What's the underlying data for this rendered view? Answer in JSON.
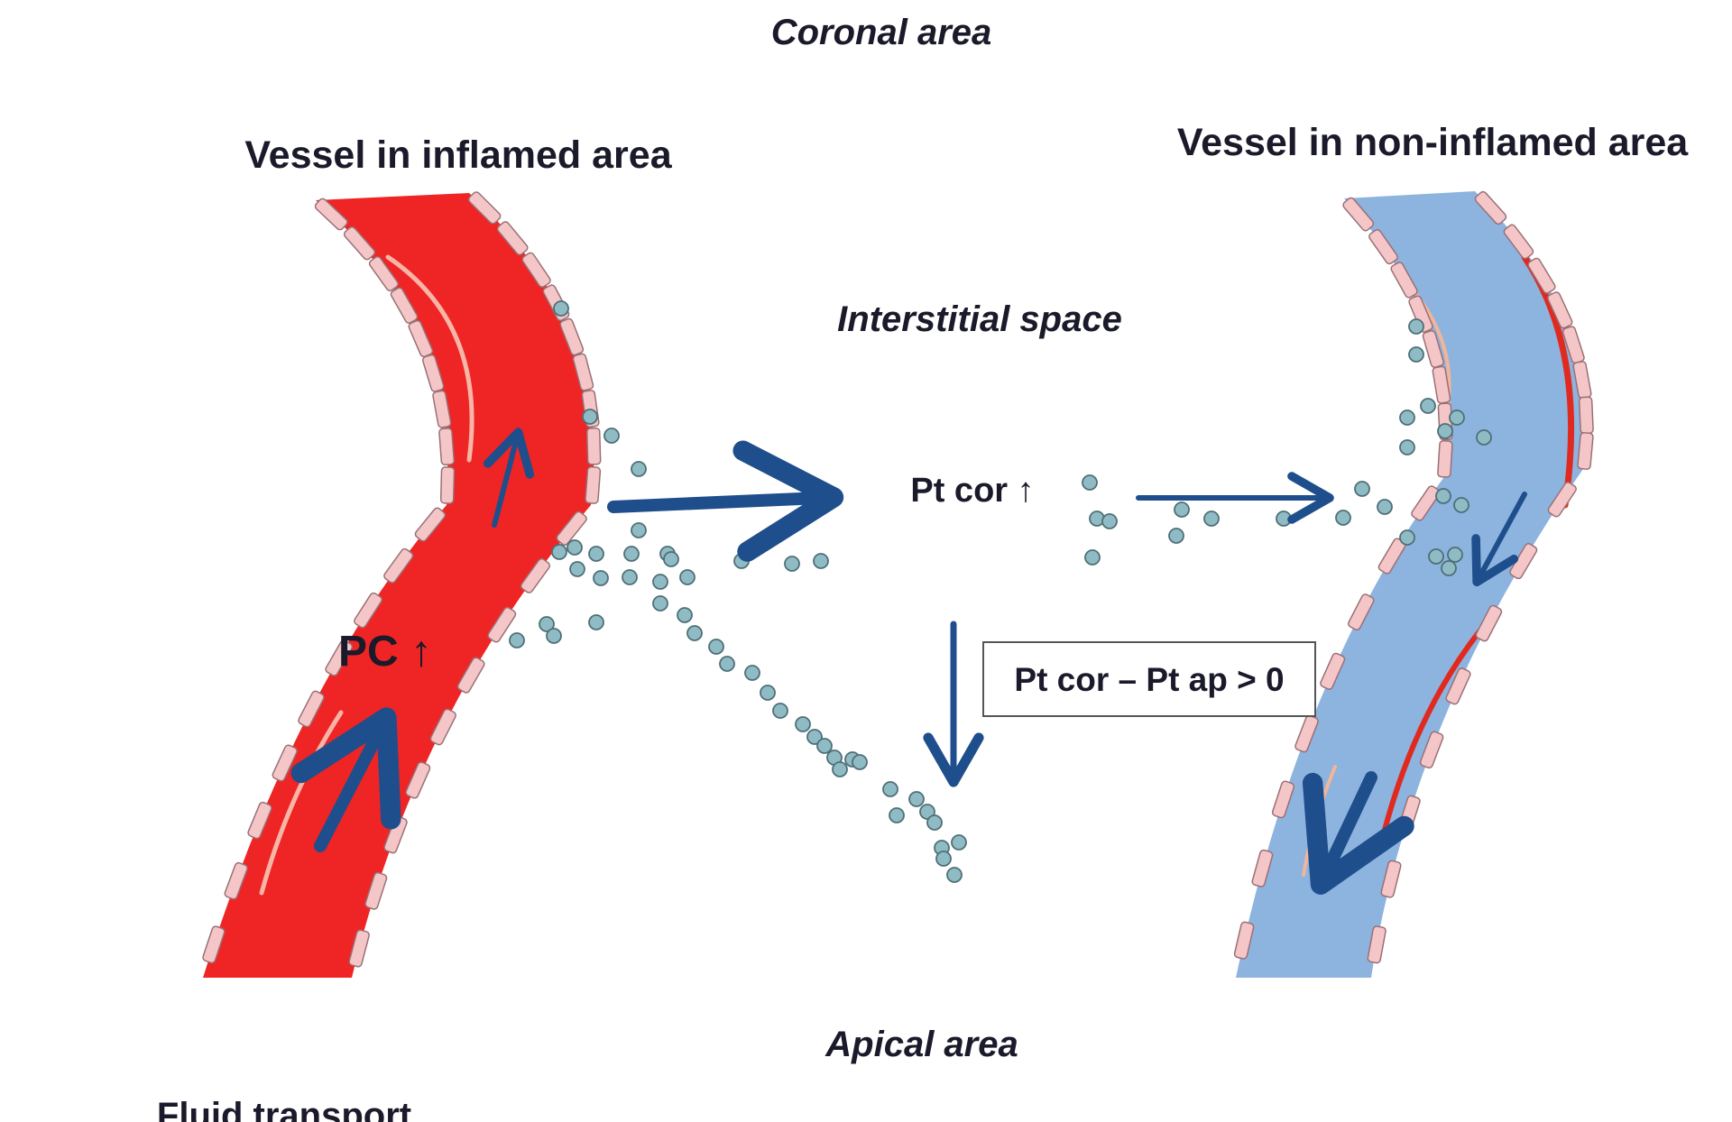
{
  "labels": {
    "coronal_area": "Coronal area",
    "interstitial_space": "Interstitial space",
    "apical_area": "Apical area",
    "vessel_inflamed": "Vessel in inflamed area",
    "vessel_non_inflamed": "Vessel in non-inflamed area",
    "pc": "PC ↑",
    "pt_cor": "Pt cor ↑",
    "pressure_difference": "Pt cor – Pt ap > 0",
    "fluid_transport": "Fluid transport"
  },
  "colors": {
    "inflamed_vessel": "#ee2524",
    "non_inflamed_vessel": "#8db3df",
    "vessel_wall_cell": "#f4c6c8",
    "vessel_wall_border": "#9a7075",
    "arrow": "#1f4e8c",
    "fluid_particle": "#8fbcc4",
    "text": "#1a1a2a"
  }
}
